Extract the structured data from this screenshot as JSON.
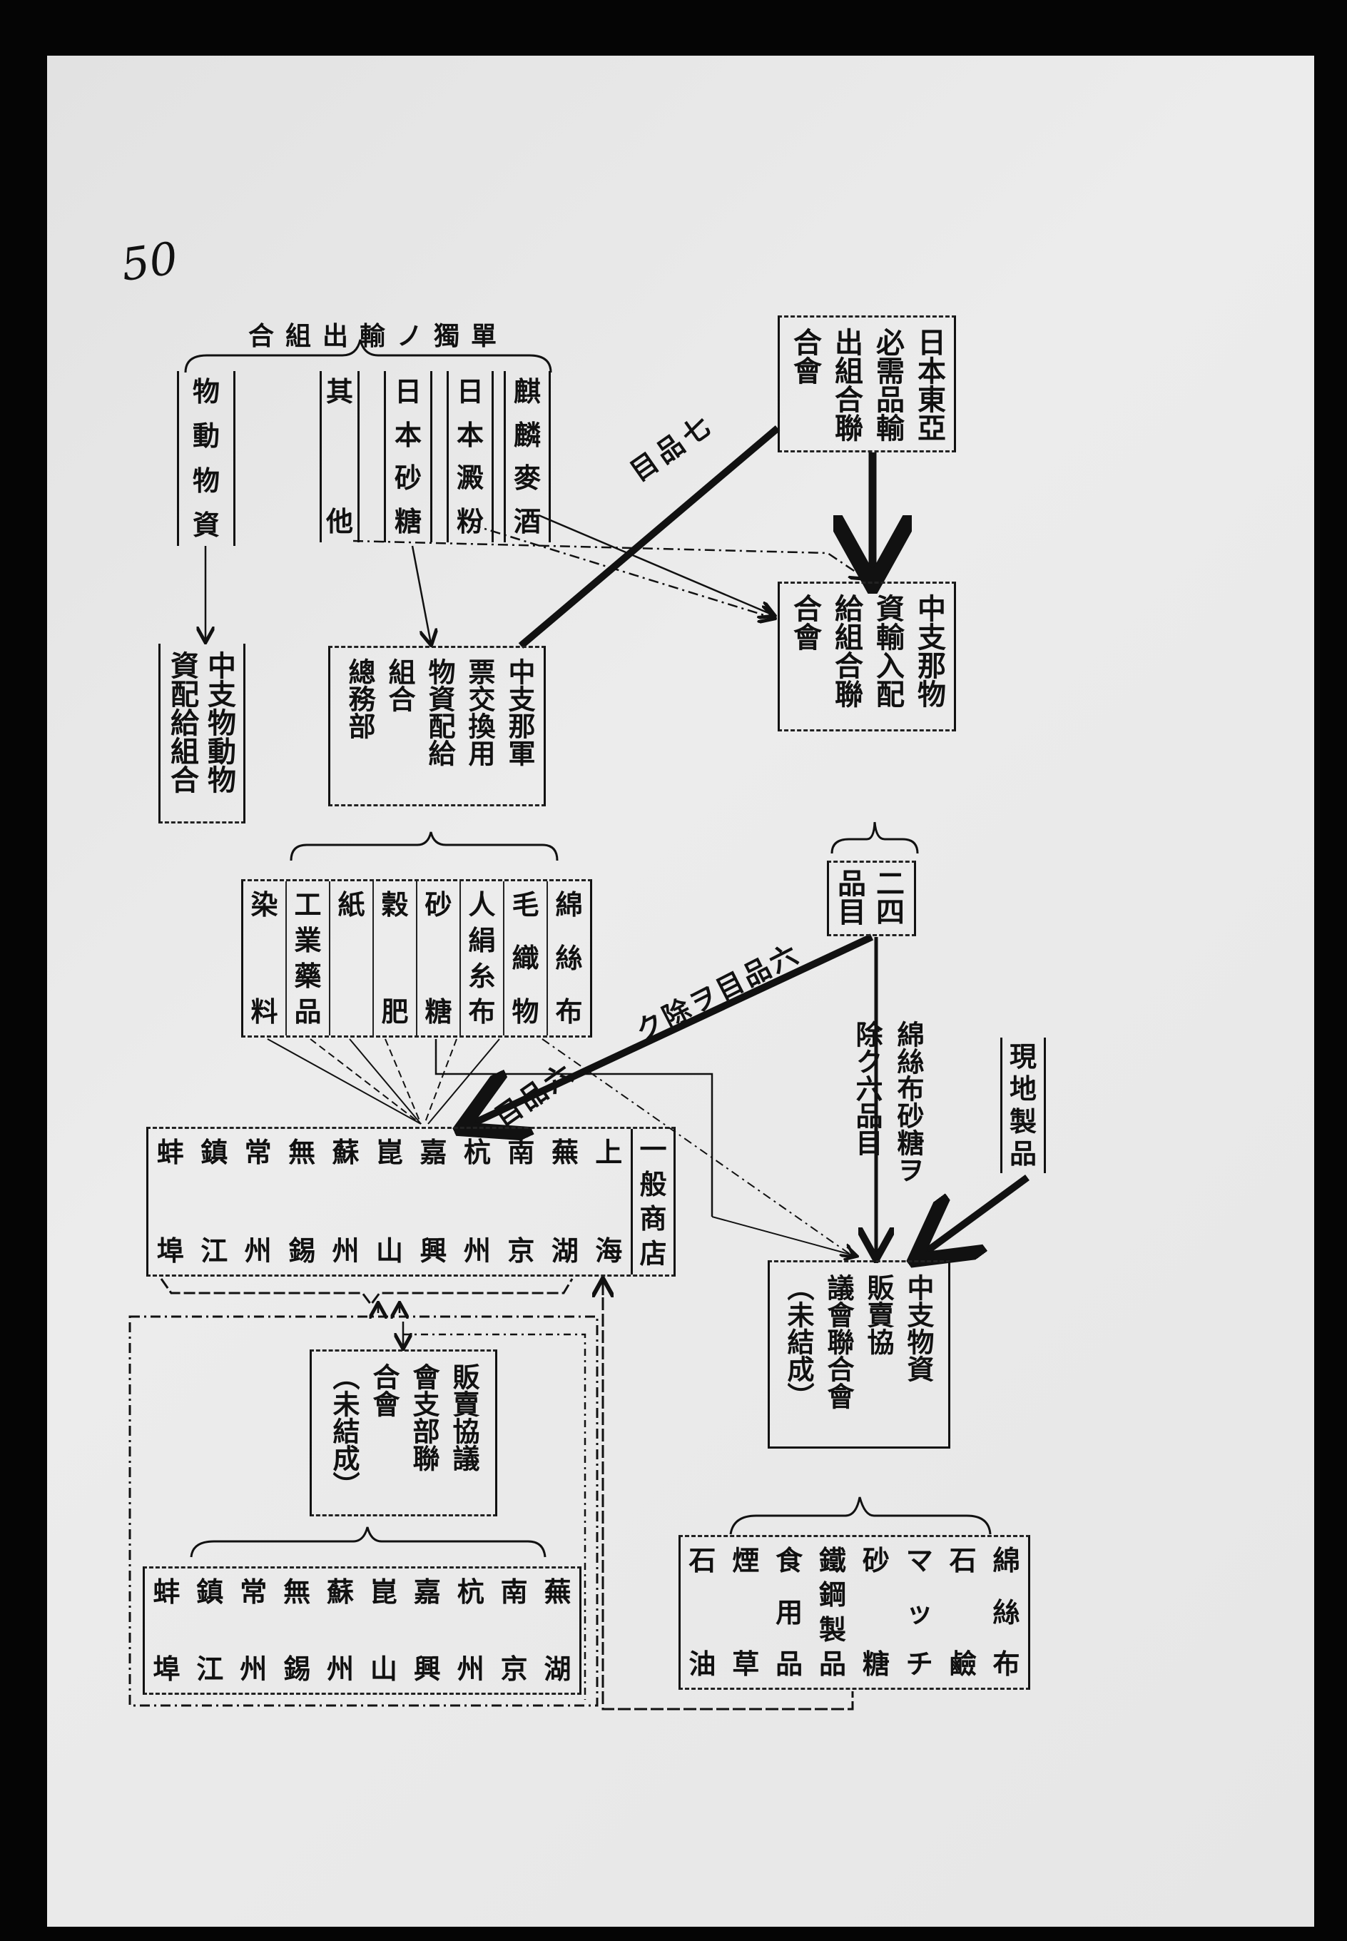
{
  "page_number": "50",
  "header": "單獨ノ輸出組合",
  "sources": [
    "物動物資",
    "其他",
    "日本砂糖",
    "日本澱粉",
    "麒麟麥酒"
  ],
  "orgs": {
    "east_asia_export": "日本東亞\n必需品輸\n出組合聯\n合會",
    "import_dist": "中支那物\n資輸入配\n給組合聯\n合會",
    "mobilization_dist": "中支物動物\n資配給組合",
    "military_scrip": "中支那軍\n票交換用\n物資配給\n組合\n總務部",
    "items24": "二四\n品目",
    "sales_council_fed": "中支物資\n販賣協\n議會聯合會\n（未結成）",
    "sales_council_branch": "販賣協議\n會支部聯\n合會\n（未結成）"
  },
  "labels": {
    "seven_items": "七品目",
    "excluding_six": "六品目ヲ除ク",
    "six_items": "六品目",
    "excluding_cotton_sugar": "綿絲布砂糖ヲ\n除ク六品目",
    "local_products": "現地製品",
    "general_stores": "一般商店"
  },
  "goods_upper": [
    "綿絲布",
    "毛織物",
    "人絹糸布",
    "砂糖",
    "穀肥",
    "紙",
    "工業藥品",
    "染料"
  ],
  "cities_upper": [
    "上海",
    "蕪湖",
    "南京",
    "杭州",
    "嘉興",
    "崑山",
    "蘇州",
    "無錫",
    "常州",
    "鎮江",
    "蚌埠"
  ],
  "cities_lower": [
    "蕪湖",
    "南京",
    "杭州",
    "嘉興",
    "崑山",
    "蘇州",
    "無錫",
    "常州",
    "鎮江",
    "蚌埠"
  ],
  "goods_lower": [
    "綿絲布",
    "石鹼",
    "マッチ",
    "砂糖",
    "鐵鋼製品",
    "食用品",
    "煙草",
    "石油"
  ]
}
